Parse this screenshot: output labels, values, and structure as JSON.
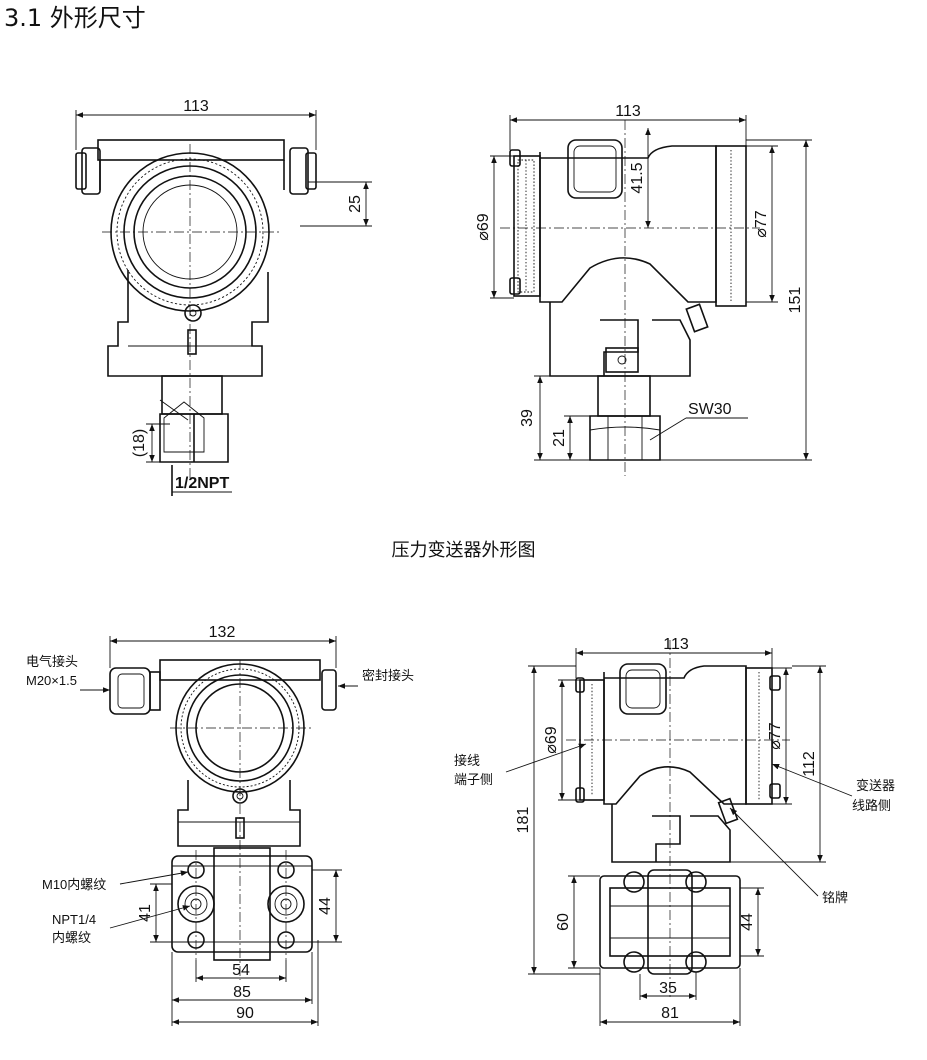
{
  "page": {
    "title": "3.1 外形尺寸",
    "caption": "压力变送器外形图"
  },
  "top_front": {
    "width": "113",
    "height_25": "25",
    "conn_18": "(18)",
    "thread": "1/2NPT"
  },
  "top_side": {
    "width": "113",
    "dia69": "⌀69",
    "dim41_5": "41.5",
    "dia77": "⌀77",
    "total151": "151",
    "dim39": "39",
    "dim21": "21",
    "sw30": "SW30"
  },
  "bottom_front": {
    "width132": "132",
    "electric_joint_line1": "电气接头",
    "electric_joint_line2": "M20×1.5",
    "seal_joint": "密封接头",
    "m10_label": "M10内螺纹",
    "npt_label_line1": "NPT1/4",
    "npt_label_line2": "内螺纹",
    "dim41": "41",
    "dim44": "44",
    "dim54": "54",
    "dim85": "85",
    "dim90": "90"
  },
  "bottom_side": {
    "width113": "113",
    "dia69": "⌀69",
    "dia77": "⌀77",
    "dim112": "112",
    "dim181": "181",
    "dim60": "60",
    "dim44": "44",
    "dim35": "35",
    "dim81": "81",
    "terminal_line1": "接线",
    "terminal_line2": "端子侧",
    "circuit_line1": "变送器",
    "circuit_line2": "线路侧",
    "nameplate": "铭牌"
  }
}
